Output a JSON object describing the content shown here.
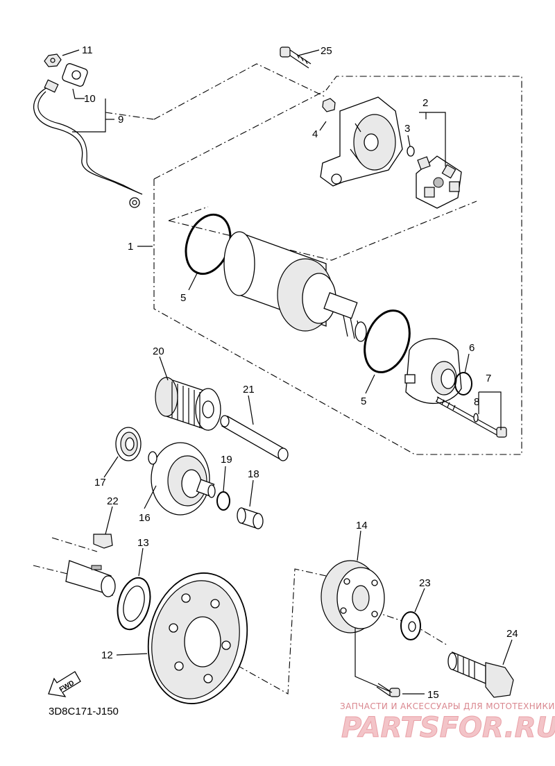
{
  "callouts": {
    "c1": "1",
    "c2": "2",
    "c3": "3",
    "c4": "4",
    "c5a": "5",
    "c5b": "5",
    "c6": "6",
    "c7": "7",
    "c8": "8",
    "c9": "9",
    "c10": "10",
    "c11": "11",
    "c12": "12",
    "c13": "13",
    "c14": "14",
    "c15": "15",
    "c16": "16",
    "c17": "17",
    "c18": "18",
    "c19": "19",
    "c20": "20",
    "c21": "21",
    "c22": "22",
    "c23": "23",
    "c24": "24",
    "c25": "25"
  },
  "diagram_code": "3D8C171-J150",
  "fwd_label": "FWD",
  "watermark": {
    "tagline": "ЗАПЧАСТИ И АКСЕССУАРЫ ДЛЯ МОТОТЕХНИКИ",
    "brand": "PARTSFOR.RU"
  }
}
